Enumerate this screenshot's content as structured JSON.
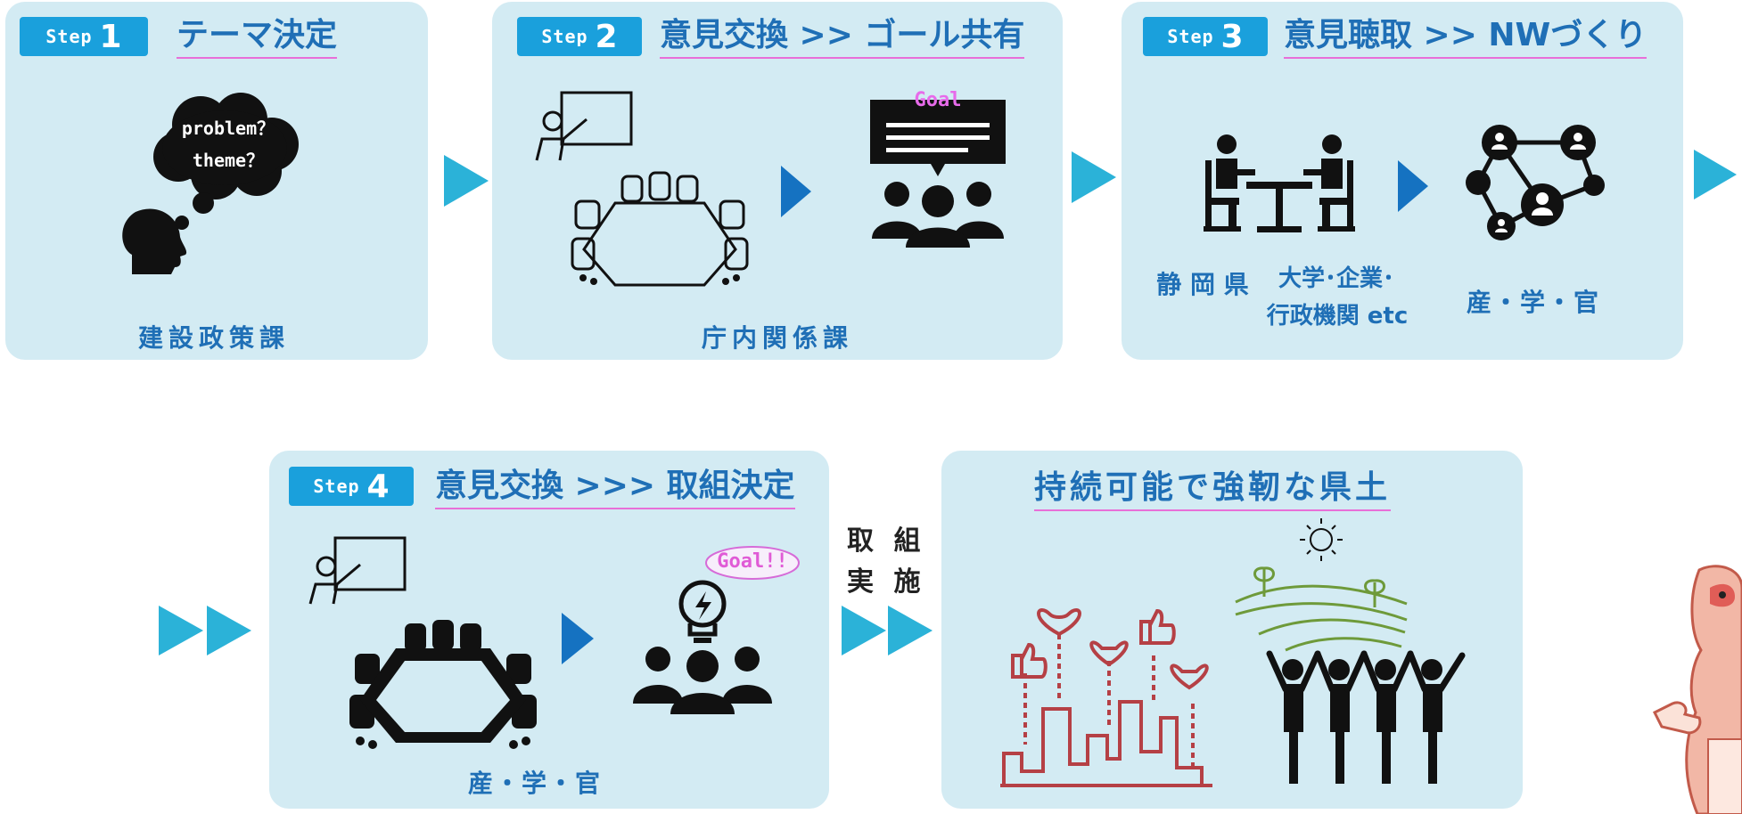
{
  "steps": [
    {
      "word": "Step",
      "number": "1",
      "title": "テーマ決定",
      "bubble_lines": [
        "problem？",
        "theme？"
      ],
      "labels": [
        "建設政策課"
      ]
    },
    {
      "word": "Step",
      "number": "2",
      "title": "意見交換 >> ゴール共有",
      "bubble_word": "Goal",
      "labels": [
        "庁内関係課"
      ]
    },
    {
      "word": "Step",
      "number": "3",
      "title": "意見聴取 >> NWづくり",
      "labels": [
        "静 岡 県",
        "大学･企業･",
        "行政機関 etc",
        "産・学・官"
      ]
    },
    {
      "word": "Step",
      "number": "4",
      "title": "意見交換 >>> 取組決定",
      "bubble_word": "Goal!!",
      "labels": [
        "産・学・官"
      ]
    }
  ],
  "action": {
    "line1": "取 組",
    "line2": "実 施"
  },
  "result": {
    "title": "持続可能で強靭な県土"
  },
  "colors": {
    "panel_bg": "#d3ebf3",
    "badge": "#1aa0dc",
    "title_text": "#1f6fb6",
    "underline": "#e86fd8",
    "arrow_light": "#2bb2d8",
    "arrow_dark": "#1572c1",
    "heart_red": "#b54045",
    "landscape_green": "#6e9a3a"
  },
  "icons": [
    "thinking-head-icon",
    "presentation-board-icon",
    "conference-table-icon",
    "team-goal-icon",
    "meeting-people-icon",
    "network-icon",
    "lightbulb-team-icon",
    "city-likes-icon",
    "farm-landscape-icon",
    "cheering-people-icon",
    "mascot-character"
  ]
}
